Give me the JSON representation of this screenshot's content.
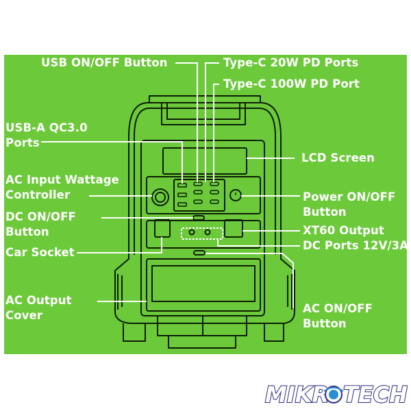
{
  "labels": {
    "usb_onoff": "USB ON/OFF Button",
    "typec20": "Type-C 20W PD Ports",
    "typec100": "Type-C 100W PD Port",
    "usba": "USB-A QC3.0\nPorts",
    "lcd": "LCD Screen",
    "ac_input": "AC Input Wattage\nController",
    "power": "Power ON/OFF\nButton",
    "dc_onoff": "DC ON/OFF\nButton",
    "xt60": "XT60 Output",
    "car": "Car Socket",
    "dc_ports": "DC Ports 12V/3A",
    "ac_cover": "AC Output\nCover",
    "ac_onoff": "AC ON/OFF\nButton"
  },
  "brand": {
    "part1": "MIKR",
    "part2": "TECH",
    "colors": {
      "fill": "#ffffff",
      "outline": "#3b3a8f",
      "accent": "#2a8fd6"
    }
  },
  "colors": {
    "background": "#6cc93a",
    "stroke": "#0b1d05",
    "text": "#ffffff"
  }
}
